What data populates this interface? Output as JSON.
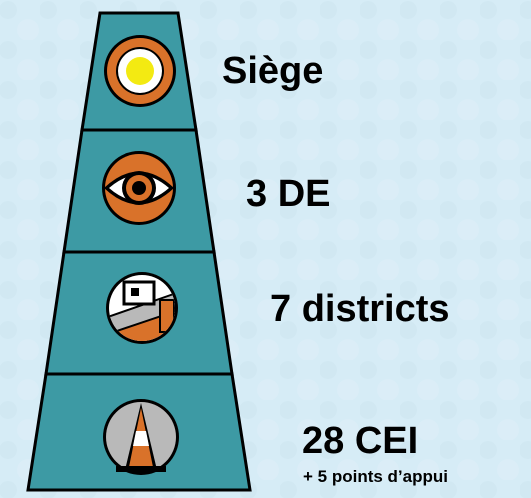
{
  "diagram": {
    "levels": [
      {
        "label": "Siège",
        "icon": "sun-circle-icon"
      },
      {
        "label": "3 DE",
        "icon": "eye-icon"
      },
      {
        "label": "7 districts",
        "icon": "road-building-icon"
      },
      {
        "label": "28 CEI",
        "icon": "traffic-cone-icon",
        "sublabel": "+ 5 points d’appui"
      }
    ],
    "colors": {
      "background": "#d6ecf6",
      "pyramid_fill": "#3d9aa4",
      "outline": "#000000",
      "icon_orange": "#d9722a",
      "icon_yellow": "#f3ea12",
      "icon_white": "#ffffff",
      "icon_gray": "#b9b9b9"
    }
  }
}
